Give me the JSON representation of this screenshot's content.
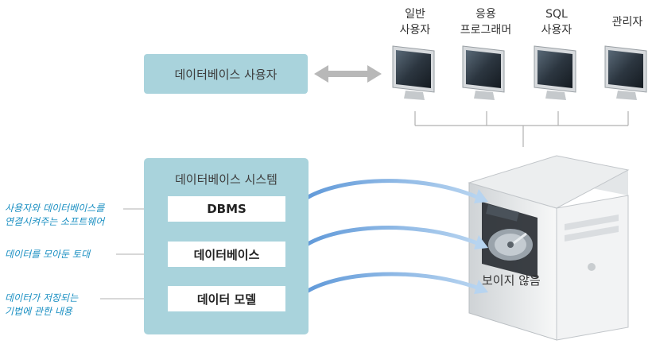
{
  "database_user_label": "데이터베이스 사용자",
  "user_roles": [
    {
      "line1": "일반",
      "line2": "사용자"
    },
    {
      "line1": "응용",
      "line2": "프로그래머"
    },
    {
      "line1": "SQL",
      "line2": "사용자"
    },
    {
      "line1": "관리자",
      "line2": ""
    }
  ],
  "system": {
    "title": "데이터베이스 시스템",
    "components": [
      "DBMS",
      "데이터베이스",
      "데이터 모델"
    ]
  },
  "annotations": [
    {
      "line1": "사용자와 데이터베이스를",
      "line2": "연결시켜주는 소프트웨어"
    },
    {
      "line1": "데이터를 모아둔 토대",
      "line2": ""
    },
    {
      "line1": "데이터가 저장되는",
      "line2": "기법에 관한 내용"
    }
  ],
  "server_caption": "보이지 않음",
  "colors": {
    "panel": "#a9d3dc",
    "annotation": "#1a8fc2",
    "arrow": "#7fb0e0"
  },
  "icons": [
    "bidirectional-arrow-icon",
    "monitor-icon",
    "server-tower-icon",
    "hard-disk-icon",
    "curved-arrow-icon"
  ]
}
